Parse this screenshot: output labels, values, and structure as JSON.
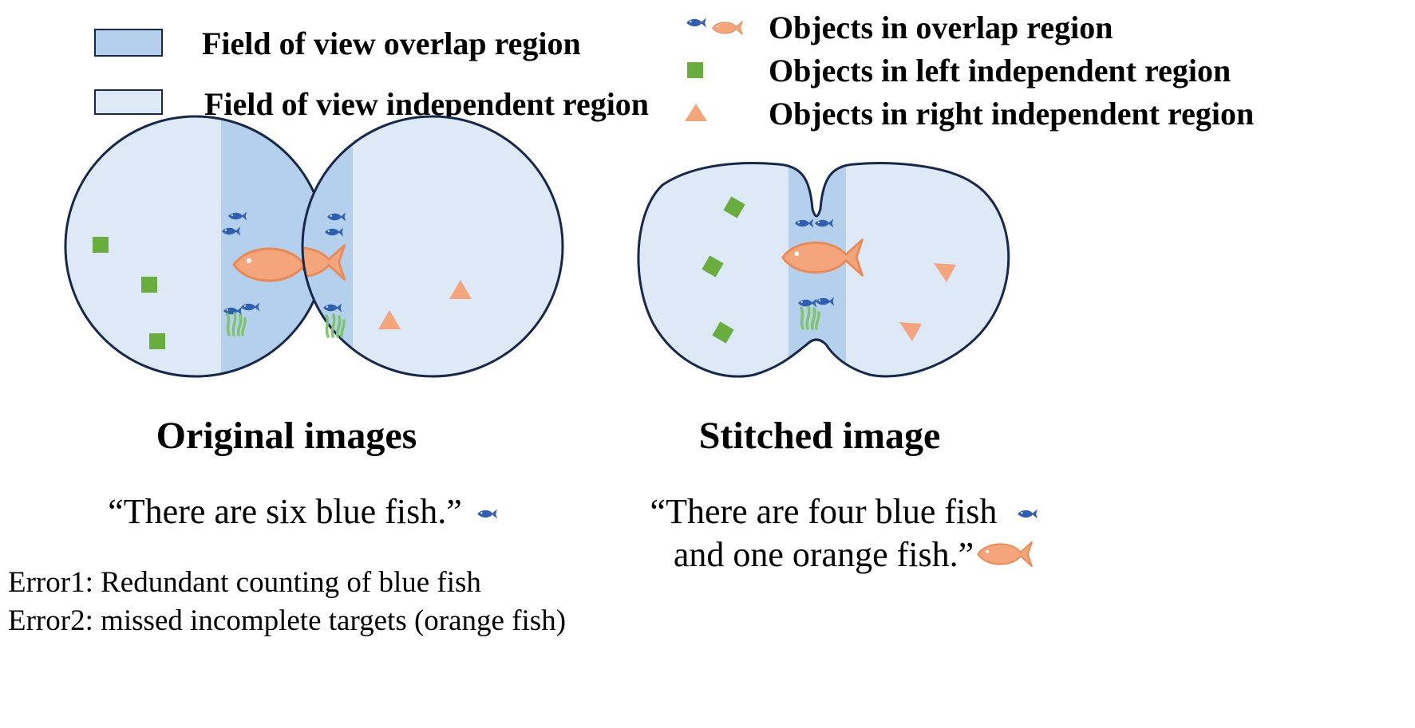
{
  "colors": {
    "overlap": "#b5d0ec",
    "independent": "#dde9f7",
    "outline": "#17284d",
    "blue_fish": "#2f5fb0",
    "orange": "#f4a57c",
    "orange_stroke": "#e88a55",
    "green": "#6aad3f",
    "plant": "#7ec46a"
  },
  "legend": {
    "overlap_region": "Field of view overlap region",
    "independent_region": "Field of view independent region",
    "overlap_objects": "Objects in overlap region",
    "left_objects": "Objects in left independent region",
    "right_objects": "Objects in right independent region"
  },
  "captions": {
    "original": "Original images",
    "stitched": "Stitched image"
  },
  "quotes": {
    "original": "“There are six blue fish.”",
    "stitched_line1": "“There are four blue fish",
    "stitched_line2": "and one orange fish.”"
  },
  "errors": {
    "error1": "Error1: Redundant counting of blue fish",
    "error2": "Error2: missed incomplete targets (orange fish)"
  }
}
